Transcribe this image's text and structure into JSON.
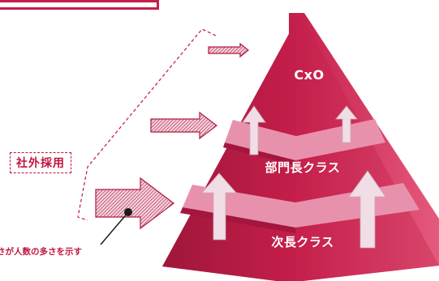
{
  "pyramid": {
    "tiers": [
      {
        "label": "CxO"
      },
      {
        "label": "部門長クラス"
      },
      {
        "label": "次長クラス"
      }
    ],
    "colors": {
      "front": "#c41f4a",
      "side": "#b01a43",
      "ledge": "#e891ad",
      "arrow_up": "#f1dde5"
    }
  },
  "external_hire": {
    "label": "社外採用",
    "note": "さが人数の多さを示す",
    "accent": "#c0143f"
  }
}
